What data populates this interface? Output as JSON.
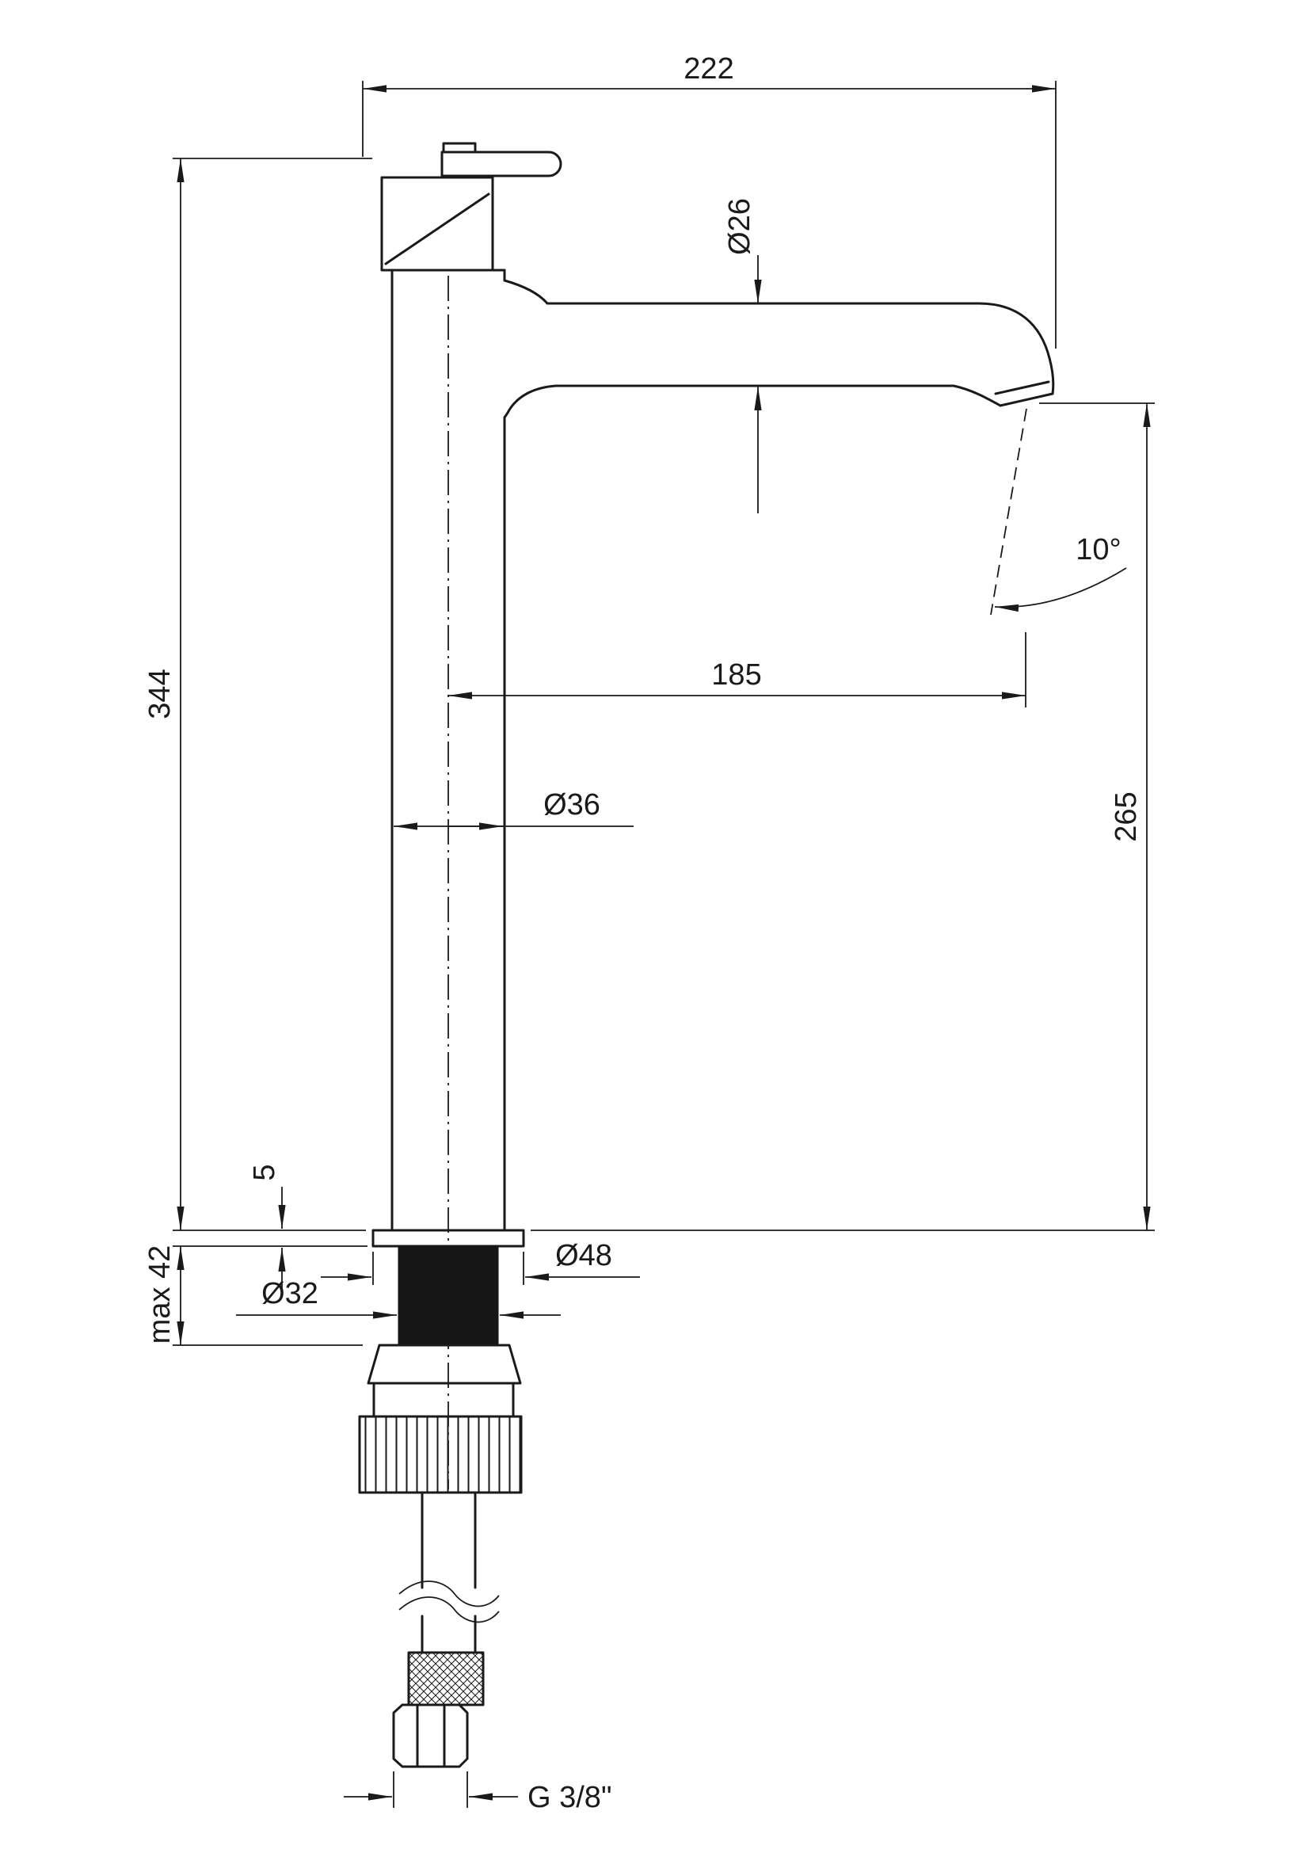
{
  "drawing": {
    "type": "technical-dimension-drawing",
    "subject": "tall single-lever basin mixer tap, side view",
    "line_color": "#1a1a1a",
    "background": "#ffffff",
    "labels": {
      "overall_depth": "222",
      "spout_outer_dia": "Ø26",
      "total_height": "344",
      "spout_reach": "185",
      "spout_angle": "10°",
      "body_dia": "Ø36",
      "outlet_height": "265",
      "base_plate_thickness": "5",
      "max_mounting_thickness": "max 42",
      "base_plate_dia": "Ø48",
      "shank_dia": "Ø32",
      "hose_thread": "G 3/8\""
    }
  }
}
